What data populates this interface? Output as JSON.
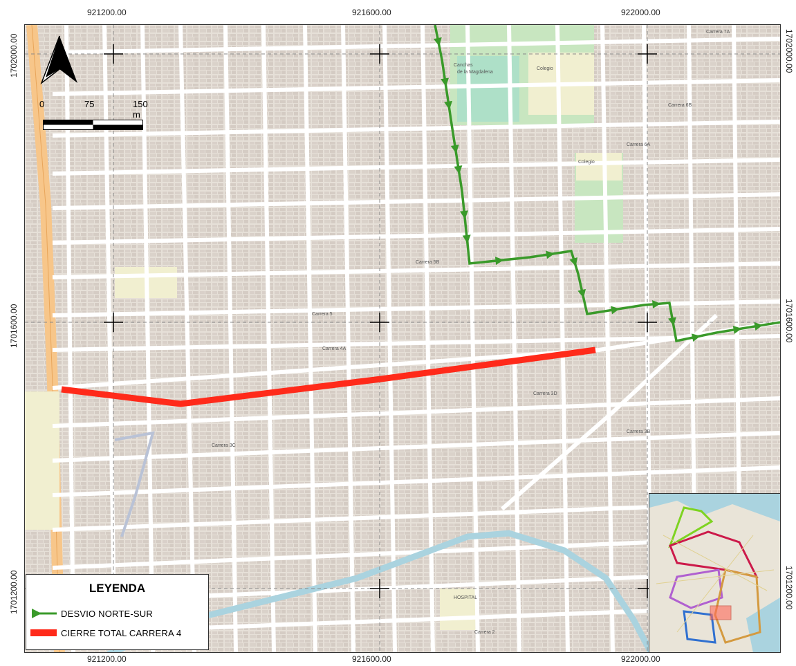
{
  "map": {
    "top_coords": [
      "921200.00",
      "921600.00",
      "922000.00"
    ],
    "bottom_coords": [
      "921200.00",
      "921600.00",
      "922000.00"
    ],
    "left_coords": [
      "1702000.00",
      "1701600.00",
      "1701200.00"
    ],
    "right_coords": [
      "1702000.00",
      "1701600.00",
      "1701200.00"
    ],
    "colors": {
      "detour": "#3a9a2a",
      "closure": "#ff2a1a",
      "base": "#f2efe9",
      "water": "#aad3df",
      "park": "#c8e6c0"
    }
  },
  "scalebar": {
    "labels": [
      "0",
      "75",
      "150 m"
    ]
  },
  "north_arrow": {
    "icon": "north-arrow-icon"
  },
  "legend": {
    "title": "LEYENDA",
    "items": [
      {
        "label": "DESVIO NORTE-SUR",
        "icon": "green-arrow-line-icon"
      },
      {
        "label": "CIERRE TOTAL CARRERA 4",
        "icon": "red-line-icon"
      }
    ]
  }
}
